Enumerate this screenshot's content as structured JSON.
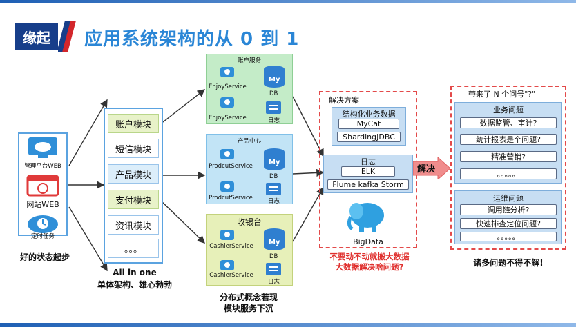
{
  "header": {
    "badge": "缘起",
    "title": "应用系统架构的从 0 到 1"
  },
  "left": {
    "items": [
      "管理平台WEB",
      "网站WEB",
      "定时任务"
    ],
    "caption": "好的状态起步"
  },
  "monolith": {
    "modules": [
      "账户模块",
      "短信模块",
      "产品模块",
      "支付模块",
      "资讯模块",
      "。。。"
    ],
    "caption_line1": "All in one",
    "caption_line2": "单体架构、雄心勃勃"
  },
  "services": {
    "account": {
      "title": "账户服务",
      "svc1": "EnjoyService",
      "svc2": "EnjoyService",
      "db": "DB",
      "log": "日志"
    },
    "product": {
      "title": "产品中心",
      "svc1": "ProdcutService",
      "svc2": "ProdcutService",
      "db": "DB",
      "log": "日志"
    },
    "cashier": {
      "title": "收银台",
      "svc1": "CashierService",
      "svc2": "CashierService",
      "db": "DB",
      "log": "日志"
    },
    "caption_line1": "分布式概念若现",
    "caption_line2": "模块服务下沉"
  },
  "solution": {
    "title": "解决方案",
    "structured": {
      "title": "结构化业务数据",
      "items": [
        "MyCat",
        "ShardingJDBC"
      ]
    },
    "log": {
      "title": "日志",
      "items": [
        "ELK",
        "Flume kafka Storm"
      ]
    },
    "bigdata": "BigData",
    "caption_line1": "不要动不动就搬大数据",
    "caption_line2": "大数据解决啥问题?"
  },
  "arrow_label": "解决",
  "problems": {
    "title": "带来了 N 个问号\"?\"",
    "business": {
      "title": "业务问题",
      "items": [
        "数据监管、审计?",
        "统计报表是个问题?",
        "精准营销?",
        "。。。。。"
      ]
    },
    "ops": {
      "title": "运维问题",
      "items": [
        "调用链分析?",
        "快速排查定位问题?",
        "。。。。。"
      ]
    },
    "caption": "诸多问题不得不解!"
  },
  "colors": {
    "accent": "#2a86d6",
    "badge": "#173e8a",
    "alert": "#e0302e"
  },
  "icons": [
    "cloud-monitor-icon",
    "web-browser-icon",
    "clock-cloud-icon",
    "service-cube-icon",
    "database-icon",
    "log-document-icon",
    "elephant-icon"
  ]
}
